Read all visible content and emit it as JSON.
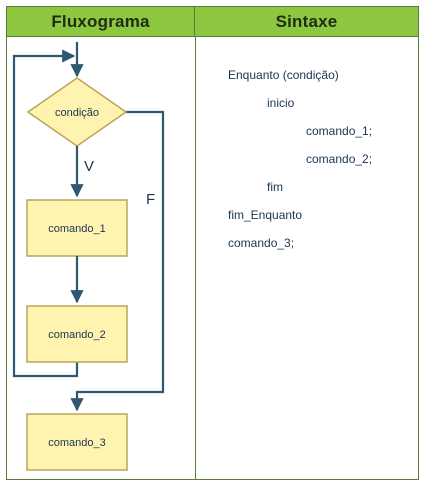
{
  "headers": {
    "flowchart": "Fluxograma",
    "syntax": "Sintaxe"
  },
  "flowchart": {
    "decision": "condição",
    "true_label": "V",
    "false_label": "F",
    "box1": "comando_1",
    "box2": "comando_2",
    "box3": "comando_3"
  },
  "syntax": {
    "lines": [
      "Enquanto (condição)",
      "inicio",
      "comando_1;",
      "comando_2;",
      "fim",
      "fim_Enquanto",
      "comando_3;"
    ]
  },
  "colors": {
    "header_bg": "#8dc63f",
    "box_fill": "#fff3b0",
    "box_stroke": "#b8a55a",
    "line": "#2e5870",
    "border": "#5a7b3a"
  }
}
